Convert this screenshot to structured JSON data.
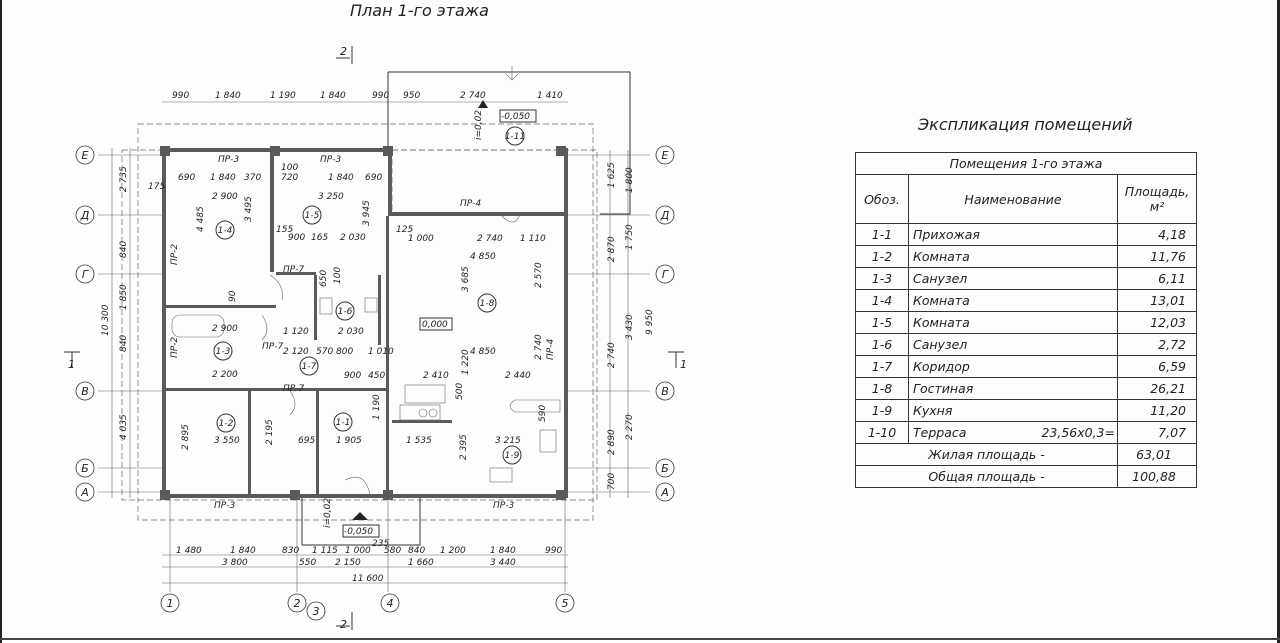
{
  "plan_title": "План 1-го этажа",
  "explication_title": "Экспликация помещений",
  "table": {
    "floor_header": "Помещения 1-го этажа",
    "col_code": "Обоз.",
    "col_name": "Наименование",
    "col_area_line1": "Площадь,",
    "col_area_line2": "м²",
    "rows": [
      {
        "code": "1-1",
        "name": "Прихожая",
        "area": "4,18"
      },
      {
        "code": "1-2",
        "name": "Комната",
        "area": "11,76"
      },
      {
        "code": "1-3",
        "name": "Санузел",
        "area": "6,11"
      },
      {
        "code": "1-4",
        "name": "Комната",
        "area": "13,01"
      },
      {
        "code": "1-5",
        "name": "Комната",
        "area": "12,03"
      },
      {
        "code": "1-6",
        "name": "Санузел",
        "area": "2,72"
      },
      {
        "code": "1-7",
        "name": "Коридор",
        "area": "6,59"
      },
      {
        "code": "1-8",
        "name": "Гостиная",
        "area": "26,21"
      },
      {
        "code": "1-9",
        "name": "Кухня",
        "area": "11,20"
      },
      {
        "code": "1-10",
        "name": "Терраса",
        "formula": "23,56x0,3=",
        "area": "7,07"
      }
    ],
    "living_label": "Жилая площадь -",
    "living_value": "63,01",
    "total_label": "Общая площадь -",
    "total_value": "100,88"
  },
  "plan": {
    "axes_letters": [
      "Е",
      "Д",
      "Г",
      "В",
      "Б",
      "А"
    ],
    "axes_numbers": [
      "1",
      "2",
      "3",
      "4",
      "5"
    ],
    "section_mark": "2",
    "section_side": "1",
    "level_zero": "0,000",
    "level_outside": "-0,050",
    "slope": "i=0,02",
    "room_tags": [
      "1-1",
      "1-2",
      "1-3",
      "1-4",
      "1-5",
      "1-6",
      "1-7",
      "1-8",
      "1-9",
      "1-11"
    ],
    "openings": {
      "pr3": "ПР-3",
      "pr2": "ПР-2",
      "pr4": "ПР-4",
      "pr7": "ПР-7"
    },
    "dims_top": [
      "990",
      "1 840",
      "1 190",
      "1 840",
      "990",
      "950",
      "2 740",
      "1 410"
    ],
    "dims_bottom_1": [
      "1 480",
      "1 840",
      "830",
      "1 115",
      "1 000",
      "580",
      "840",
      "1 200",
      "1 840",
      "990"
    ],
    "dims_bottom_2": [
      "3 800",
      "550",
      "2 150",
      "1 660",
      "3 440"
    ],
    "dims_bottom_3": "11 600",
    "dims_left": [
      "2 735",
      "840",
      "1 850",
      "840",
      "4 035"
    ],
    "dims_left_total": "10 300",
    "dims_right_1": [
      "1 625",
      "2 870",
      "2 740",
      "2 890",
      "700"
    ],
    "dims_right_2": [
      "1 800",
      "1 750",
      "3 430",
      "2 270"
    ],
    "dims_right_total": "9 950",
    "interior_dims": [
      "690",
      "1 840",
      "370",
      "2 900",
      "3 495",
      "4 485",
      "100",
      "720",
      "1 840",
      "690",
      "3 250",
      "3 945",
      "155",
      "900",
      "165",
      "2 030",
      "125",
      "1 000",
      "2 740",
      "1 110",
      "4 850",
      "3 685",
      "2 570",
      "650",
      "100",
      "90",
      "2 030",
      "1 120",
      "2 120",
      "570",
      "800",
      "1 010",
      "4 850",
      "1 220",
      "2 740",
      "2 410",
      "2 440",
      "2 900",
      "2 200",
      "2 895",
      "3 550",
      "2 195",
      "695",
      "1 905",
      "1 190",
      "1 535",
      "3 215",
      "2 395",
      "500",
      "590",
      "900",
      "450",
      "175",
      "235"
    ]
  }
}
